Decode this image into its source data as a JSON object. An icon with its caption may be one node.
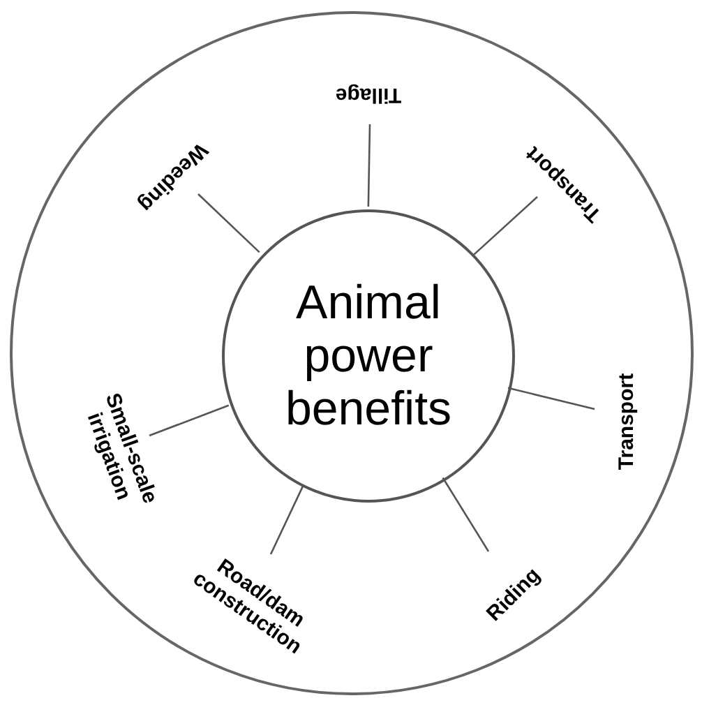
{
  "diagram": {
    "nodes": [
      {
        "text": [],
        "shape": "circle"
      },
      {
        "text": [
          "Animal power benefits"
        ],
        "in": 0
      },
      {
        "text": [
          "Tillage"
        ],
        "in": 0
      },
      {
        "text": [
          "Transport"
        ],
        "in": 0
      },
      {
        "text": [
          "Transport"
        ],
        "in": 0
      },
      {
        "text": [
          "Riding"
        ],
        "in": 0
      },
      {
        "text": [
          "Road/dam construction"
        ],
        "in": 0
      },
      {
        "text": [
          "Small-scale irrigation"
        ],
        "in": 0
      },
      {
        "text": [
          "Weeding"
        ],
        "in": 0
      }
    ],
    "edges": [
      {
        "from": 2,
        "to": 1,
        "arrow": "none"
      },
      {
        "from": 3,
        "to": 1,
        "arrow": "none"
      },
      {
        "from": 4,
        "to": 1,
        "arrow": "none"
      },
      {
        "from": 5,
        "to": 1,
        "arrow": "none"
      },
      {
        "from": 6,
        "to": 1,
        "arrow": "none"
      },
      {
        "from": 7,
        "to": 1,
        "arrow": "none"
      },
      {
        "from": 8,
        "to": 1,
        "arrow": "none"
      }
    ]
  }
}
